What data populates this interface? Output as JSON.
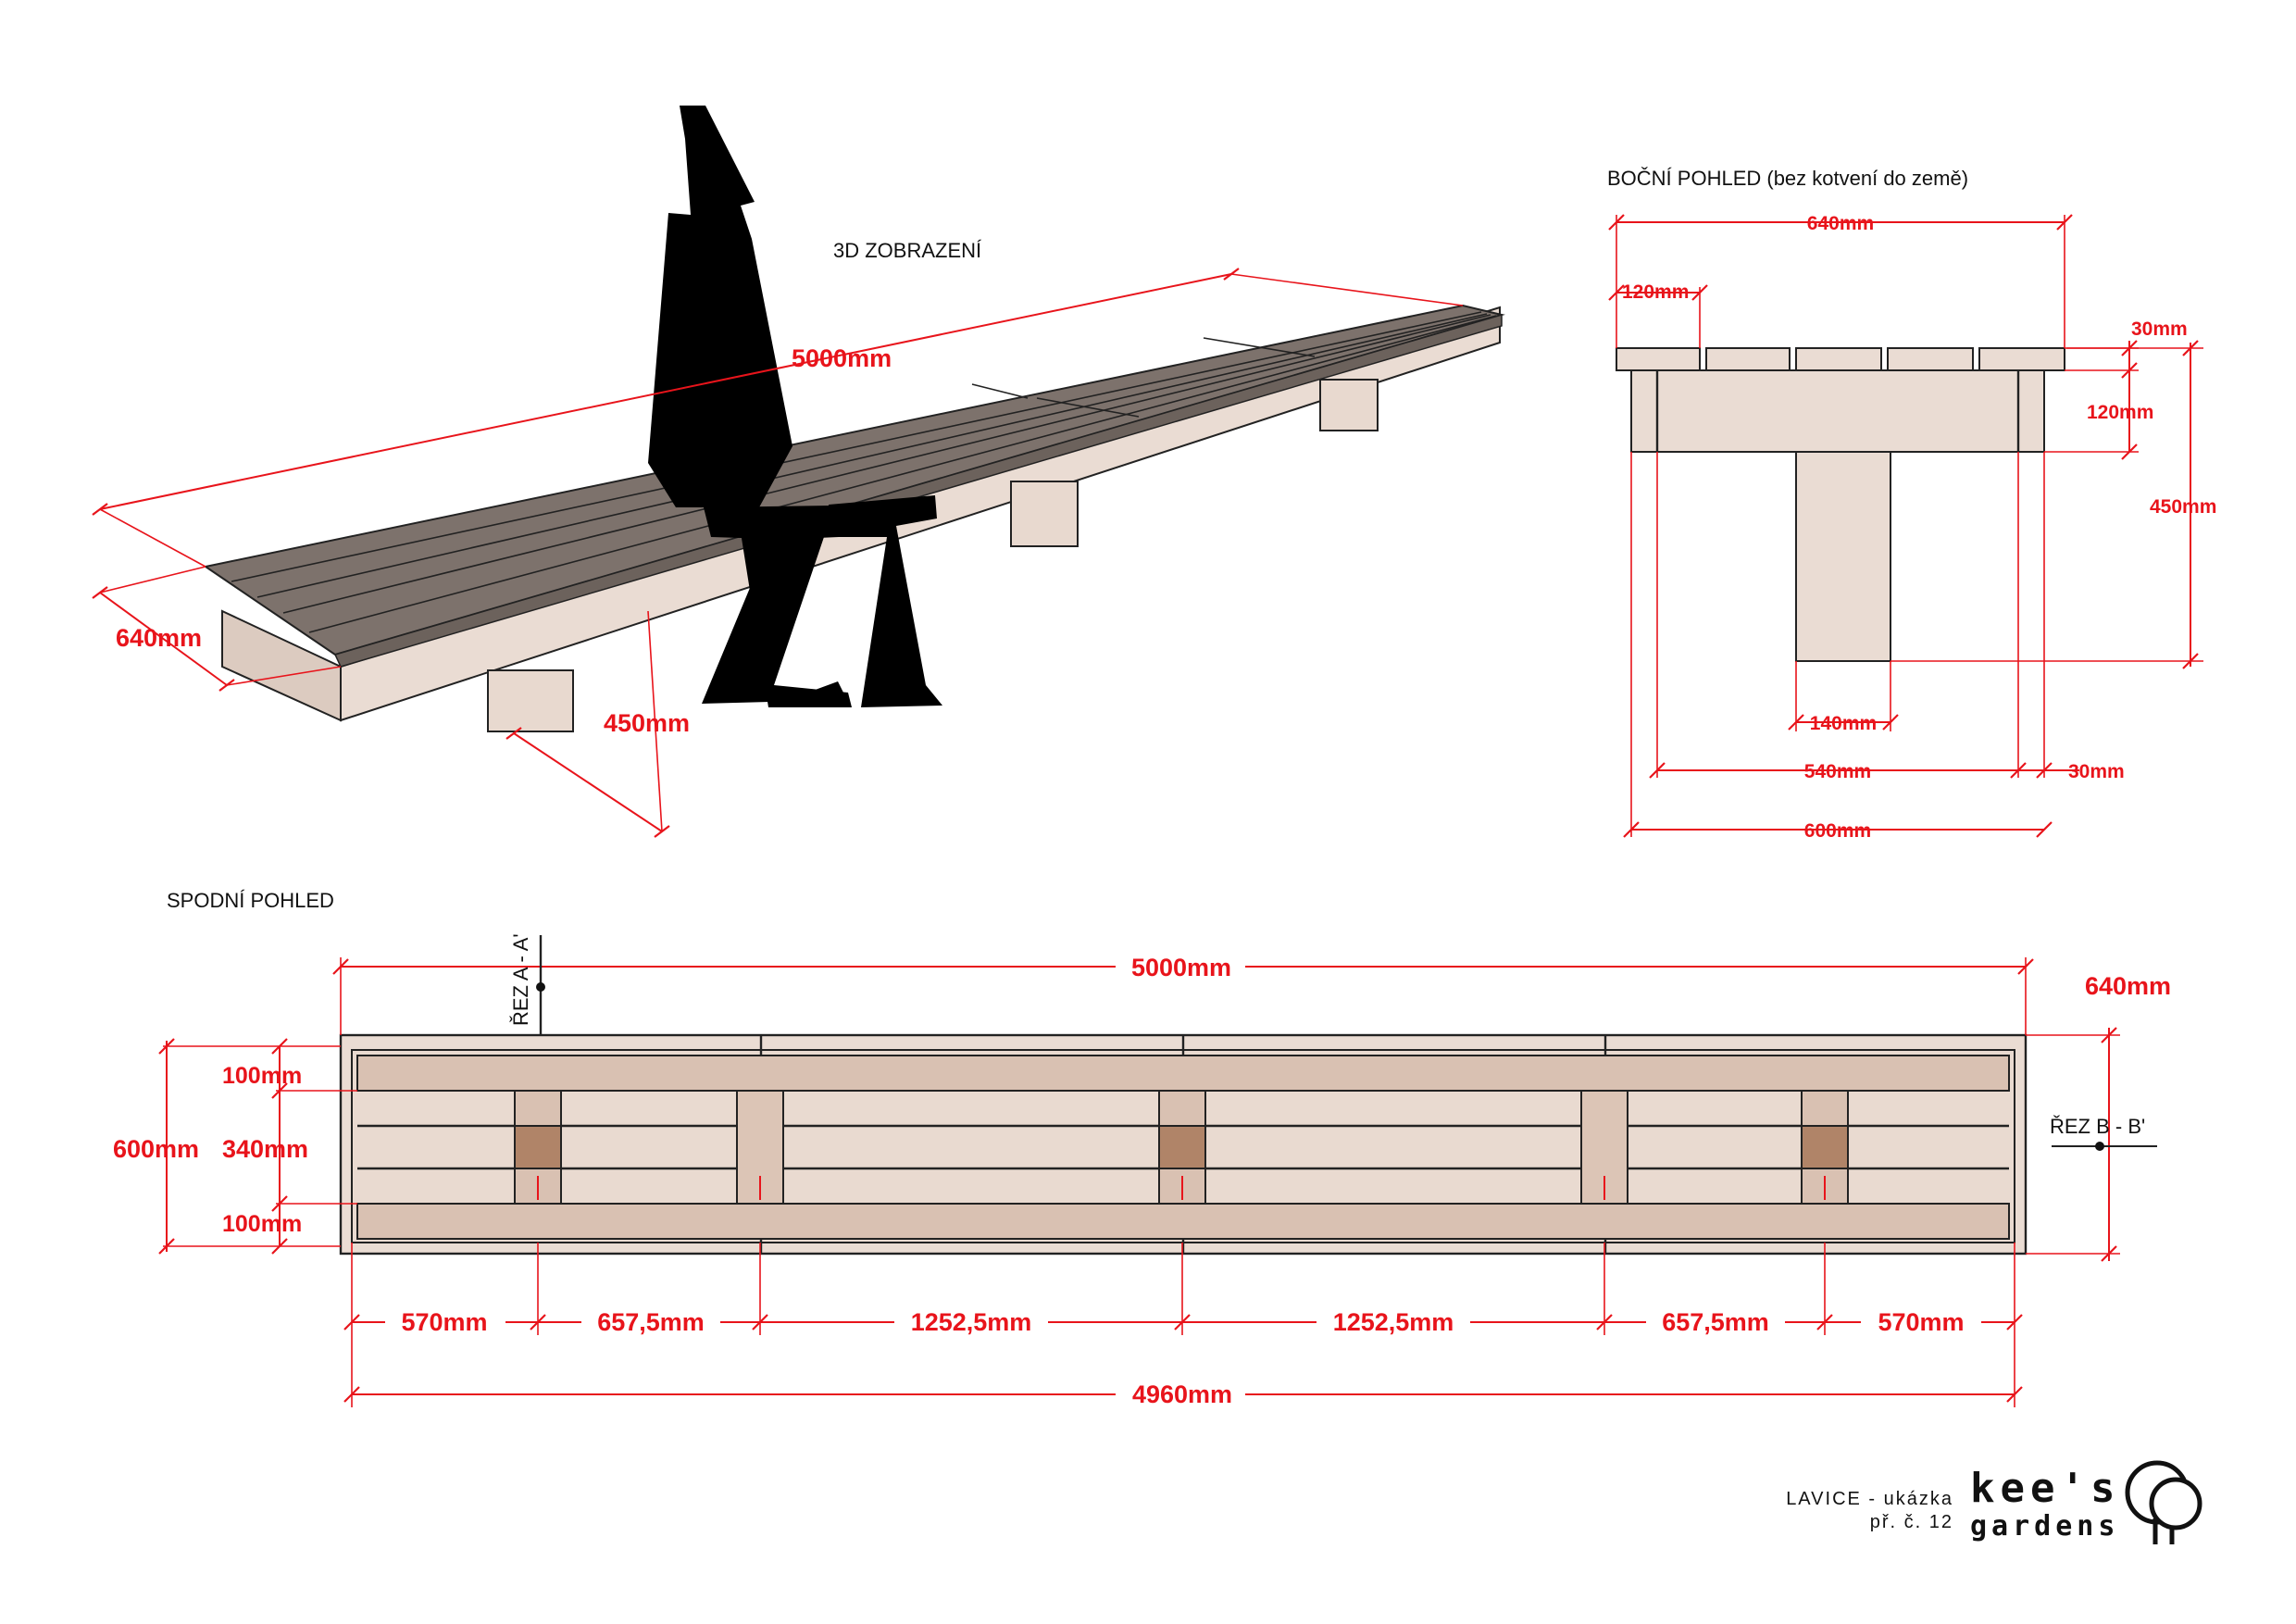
{
  "titles": {
    "view3d": "3D ZOBRAZENÍ",
    "side": "BOČNÍ POHLED (bez kotvení do země)",
    "bottom": "SPODNÍ POHLED"
  },
  "dims3d": {
    "length": "5000mm",
    "width": "640mm",
    "height": "450mm"
  },
  "side": {
    "top_width": "640mm",
    "overhang": "120mm",
    "board": "30mm",
    "frame": "120mm",
    "height": "450mm",
    "leg": "140mm",
    "inner": "540mm",
    "side_board": "30mm",
    "frame_width": "600mm"
  },
  "bottom": {
    "length": "5000mm",
    "width": "640mm",
    "cut_a": "ŘEZ A - A'",
    "cut_b": "ŘEZ B - B'",
    "left_dims": [
      "100mm",
      "600mm",
      "340mm",
      "100mm"
    ],
    "segments": [
      "570mm",
      "657,5mm",
      "1252,5mm",
      "1252,5mm",
      "657,5mm",
      "570mm"
    ],
    "total_inner": "4960mm"
  },
  "footer": {
    "label1": "LAVICE - ukázka",
    "label2": "př. č. 12",
    "logo1": "kee's",
    "logo2": "gardens"
  }
}
